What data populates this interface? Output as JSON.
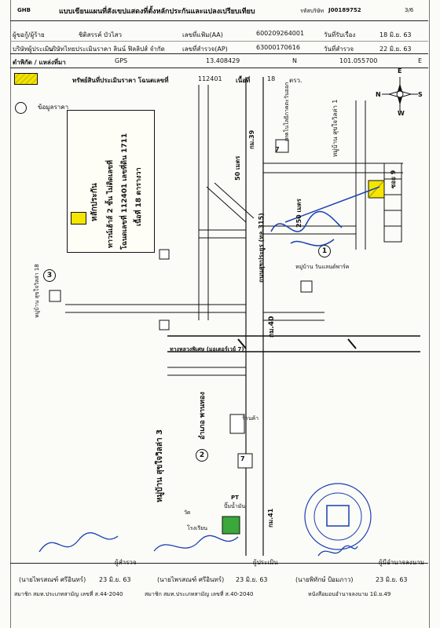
{
  "header": {
    "org": "GHB",
    "title": "แบบเขียนแผนที่สังเขปแสดงที่ตั้งหลักประกันและแปลงเปรียบเทียบ",
    "company_code_label": "รหัสบริษัท",
    "company_code": "J00189752",
    "page": "3/6"
  },
  "info": {
    "requester_label": "ผู้ขอกู้/ผู้ร้าย",
    "requester": "ชิติสรรค์  บัวไสว",
    "file_no_label": "เลขที่แฟ้ม(AA)",
    "file_no": "600209264001",
    "received_label": "วันที่รับเรื่อง",
    "received_date": "18 มิ.ย. 63",
    "company_label": "บริษัทผู้ประเมิน",
    "company": "บริษัทไทยประเมินราคา ลินน์ ฟิลลิปส์ จำกัด",
    "survey_no_label": "เลขที่สำรวจ(AP)",
    "survey_no": "63000170616",
    "survey_date_label": "วันที่สำรวจ",
    "survey_date": "22 มิ.ย. 63",
    "location_label": "ตำพิกัด / แหล่งที่มา",
    "gps_label": "GPS",
    "lat": "13.408429",
    "n_label": "N",
    "lon": "101.055700",
    "e_label": "E"
  },
  "legend": {
    "asset_label": "ทรัพย์สินที่ประเมินราคา โฉนดเลขที่",
    "deed_no": "112401",
    "area_label": "เนื้อที่",
    "area": "18",
    "area_unit": "ตรว.",
    "comparison_label": "ข้อมูลราคา"
  },
  "compass": {
    "n": "N",
    "s": "S",
    "e": "E",
    "w": "W"
  },
  "map": {
    "collateral_title": "หลักประกัน",
    "collateral_line1": "ทาวน์เฮ้าส์ 2 ชั้น ไม่ติดเลขที่",
    "collateral_line2": "โฉนดเลขที่ 112401 เลขที่ดิน 1711",
    "collateral_line3": "เนื้อที่ 18 ตารางวา",
    "road_main": "ถนนสุขประยูร (ทล.315)",
    "km40": "กม.40",
    "km41": "กม.41",
    "km39": "กม.39",
    "motorway": "ทางหลวงพิเศษ (มอเตอร์เวย์ 7)",
    "village1": "หมู่บ้าน สุขใจวิลล่า 1",
    "village3": "หมู่บ้าน สุขใจวิลล่า 3",
    "village18": "หมู่บ้าน สุขใจวิลล่า 18",
    "village_wn": "หมู่บ้าน วันแลนด์พาร์ค",
    "amphur": "อำเภอ พานทอง",
    "school": "โรงเรียน",
    "dist1": "50 เมตร",
    "dist2": "250 เมตร",
    "soi": "ซอย 9",
    "marker1": "1",
    "marker2": "2",
    "marker3": "3",
    "tech_college": "เทคโนโลยีภาคตะวันออก",
    "seven": "7",
    "pt": "PT",
    "gas": "ปั๊มน้ำมัน",
    "temple": "วัด",
    "shop": "ร้านค้า"
  },
  "signatures": {
    "surveyor_label": "ผู้สำรวจ",
    "surveyor_name": "(นายไพรสณฑ์  ศรีอินทร์)",
    "surveyor_date": "23 มิ.ย. 63",
    "surveyor_member": "สมาชิก สมท.ประเภทสามัญ เลขที่ ส.44-2040",
    "assessor_label": "ผู้ประเมิน",
    "assessor_name": "(นายไพรสณฑ์  ศรีอินทร์)",
    "assessor_date": "23 มิ.ย. 63",
    "assessor_member": "สมาชิก สมท.ประเภทสามัญ เลขที่ ส.40-2040",
    "authorized_label": "ผู้มีอำนาจลงนาม",
    "authorized_name": "(นายพิทักษ์  ป้อมภาว)",
    "authorized_date": "23 มิ.ย. 63",
    "authorized_note": "หนังสือมอบอำนาจลงนาม  1มิ.ย.49"
  }
}
